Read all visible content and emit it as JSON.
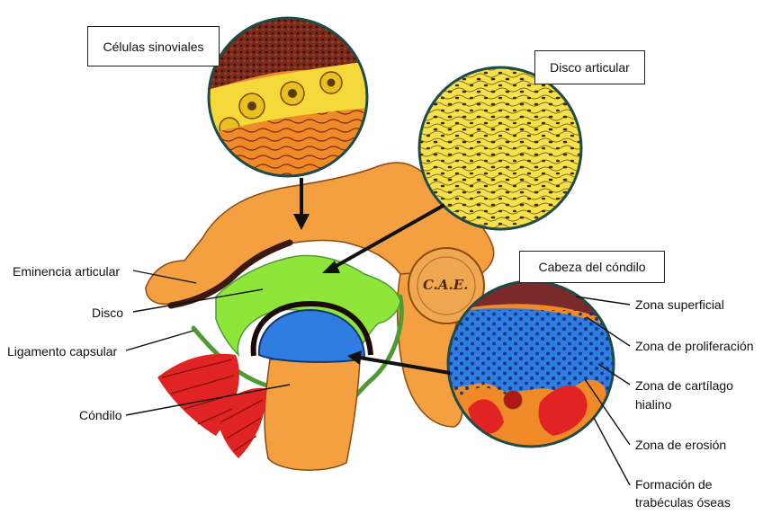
{
  "boxed_labels": {
    "synovial_cells": "Células sinoviales",
    "articular_disc": "Disco articular",
    "condyle_head": "Cabeza del cóndilo"
  },
  "left_labels": {
    "articular_eminence": "Eminencia articular",
    "disc": "Disco",
    "capsular_ligament": "Ligamento capsular",
    "condyle": "Cóndilo"
  },
  "right_labels": {
    "superficial_zone": "Zona superficial",
    "proliferation_zone": "Zona de proliferación",
    "hyaline_zone_line1": "Zona de cartílago",
    "hyaline_zone_line2": "hialino",
    "erosion_zone": "Zona de erosión",
    "trabeculae_line1": "Formación de",
    "trabeculae_line2": "trabéculas óseas"
  },
  "ear_canal_label": "C.A.E.",
  "colors": {
    "bone_orange": "#f4a040",
    "disc_green": "#8fe63a",
    "cartilage_blue": "#2f7de0",
    "muscle_red": "#e02424",
    "synovial_brown": "#6b2a1a",
    "disc_yellow": "#f5e24a",
    "ligament_green": "#4f9a35"
  }
}
